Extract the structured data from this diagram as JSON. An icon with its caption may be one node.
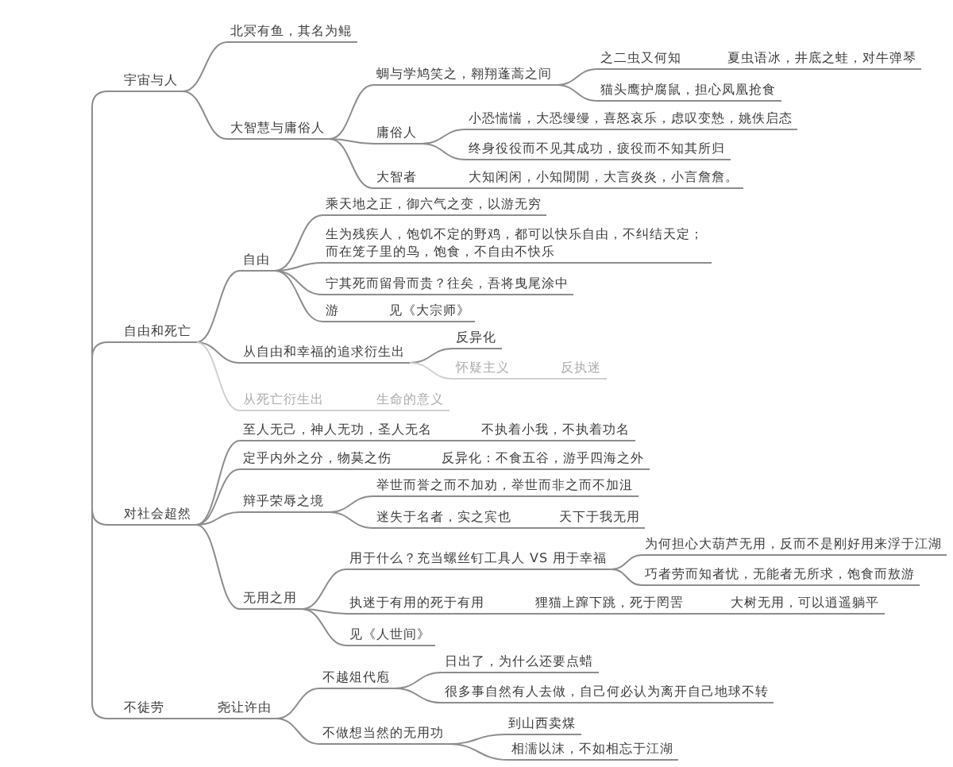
{
  "diagram": {
    "nodes": [
      {
        "text": [
          "宇宙与人"
        ]
      },
      {
        "text": [
          "北冥有鱼，其名为鲲"
        ]
      },
      {
        "text": [
          "大智慧与庸俗人"
        ]
      },
      {
        "text": [
          "蜩与学鸠笑之，翱翔蓬蒿之间"
        ]
      },
      {
        "text": [
          "之二虫又何知"
        ]
      },
      {
        "text": [
          "夏虫语冰，井底之蛙，对牛弹琴"
        ]
      },
      {
        "text": [
          "猫头鹰护腐鼠，担心凤凰抢食"
        ]
      },
      {
        "text": [
          "庸俗人"
        ]
      },
      {
        "text": [
          "小恐惴惴，大恐缦缦，喜怒哀乐，虑叹变慹，姚佚启态"
        ]
      },
      {
        "text": [
          "终身役役而不见其成功，疲役而不知其所归"
        ]
      },
      {
        "text": [
          "大智者"
        ]
      },
      {
        "text": [
          "大知闲闲，小知閒閒，大言炎炎，小言詹詹。"
        ]
      },
      {
        "text": [
          "自由和死亡"
        ]
      },
      {
        "text": [
          "自由"
        ]
      },
      {
        "text": [
          "乘天地之正，御六气之变，以游无穷"
        ]
      },
      {
        "text": [
          "生为残疾人，饱饥不定的野鸡，都可以快乐自由，不纠结天定；而在笼子里的鸟，饱食，不自由不快乐"
        ]
      },
      {
        "text": [
          "宁其死而留骨而贵？往矣，吾将曳尾涂中"
        ]
      },
      {
        "text": [
          "游"
        ]
      },
      {
        "text": [
          "见《大宗师》"
        ]
      },
      {
        "text": [
          "从自由和幸福的追求衍生出"
        ]
      },
      {
        "text": [
          "反异化"
        ]
      },
      {
        "text": [
          "怀疑主义"
        ]
      },
      {
        "text": [
          "反执迷"
        ]
      },
      {
        "text": [
          "从死亡衍生出"
        ]
      },
      {
        "text": [
          "生命的意义"
        ]
      },
      {
        "text": [
          "对社会超然"
        ]
      },
      {
        "text": [
          "至人无己，神人无功，圣人无名"
        ]
      },
      {
        "text": [
          "不执着小我，不执着功名"
        ]
      },
      {
        "text": [
          "定乎内外之分，物莫之伤"
        ]
      },
      {
        "text": [
          "反异化：不食五谷，游乎四海之外"
        ]
      },
      {
        "text": [
          "辩乎荣辱之境"
        ]
      },
      {
        "text": [
          "举世而誉之而不加劝，举世而非之而不加沮"
        ]
      },
      {
        "text": [
          "迷失于名者，实之宾也"
        ]
      },
      {
        "text": [
          "天下于我无用"
        ]
      },
      {
        "text": [
          "无用之用"
        ]
      },
      {
        "text": [
          "用于什么？充当螺丝钉工具人 VS 用于幸福"
        ]
      },
      {
        "text": [
          "为何担心大葫芦无用，反而不是刚好用来浮于江湖"
        ]
      },
      {
        "text": [
          "巧者劳而知者忧，无能者无所求，饱食而敖游"
        ]
      },
      {
        "text": [
          "执迷于有用的死于有用"
        ]
      },
      {
        "text": [
          "狸猫上蹿下跳，死于罔罟"
        ]
      },
      {
        "text": [
          "大树无用，可以逍遥躺平"
        ]
      },
      {
        "text": [
          "见《人世间》"
        ]
      },
      {
        "text": [
          "不徒劳"
        ]
      },
      {
        "text": [
          "尧让许由"
        ]
      },
      {
        "text": [
          "不越俎代庖"
        ]
      },
      {
        "text": [
          "日出了，为什么还要点蜡"
        ]
      },
      {
        "text": [
          "很多事自然有人去做，自己何必认为离开自己地球不转"
        ]
      },
      {
        "text": [
          "不做想当然的无用功"
        ]
      },
      {
        "text": [
          "到山西卖煤"
        ]
      },
      {
        "text": [
          "相濡以沫，不如相忘于江湖"
        ]
      }
    ],
    "edges": [
      {
        "from": null,
        "to": 0,
        "arrow": "none"
      },
      {
        "from": null,
        "to": 12,
        "arrow": "none"
      },
      {
        "from": null,
        "to": 25,
        "arrow": "none"
      },
      {
        "from": null,
        "to": 42,
        "arrow": "none"
      },
      {
        "from": 0,
        "to": 1,
        "arrow": "none"
      },
      {
        "from": 0,
        "to": 2,
        "arrow": "none"
      },
      {
        "from": 2,
        "to": 3,
        "arrow": "none"
      },
      {
        "from": 3,
        "to": 4,
        "arrow": "none"
      },
      {
        "from": 4,
        "to": 5,
        "arrow": "none"
      },
      {
        "from": 3,
        "to": 6,
        "arrow": "none"
      },
      {
        "from": 2,
        "to": 7,
        "arrow": "none"
      },
      {
        "from": 7,
        "to": 8,
        "arrow": "none"
      },
      {
        "from": 7,
        "to": 9,
        "arrow": "none"
      },
      {
        "from": 2,
        "to": 10,
        "arrow": "none"
      },
      {
        "from": 10,
        "to": 11,
        "arrow": "none"
      },
      {
        "from": 12,
        "to": 13,
        "arrow": "none"
      },
      {
        "from": 13,
        "to": 14,
        "arrow": "none"
      },
      {
        "from": 13,
        "to": 15,
        "arrow": "none"
      },
      {
        "from": 13,
        "to": 16,
        "arrow": "none"
      },
      {
        "from": 13,
        "to": 17,
        "arrow": "none"
      },
      {
        "from": 17,
        "to": 18,
        "arrow": "none"
      },
      {
        "from": 12,
        "to": 19,
        "arrow": "none"
      },
      {
        "from": 19,
        "to": 20,
        "arrow": "none"
      },
      {
        "from": 19,
        "to": 21,
        "arrow": "none",
        "color": "#d0d0d0"
      },
      {
        "from": 21,
        "to": 22,
        "arrow": "none",
        "color": "#d0d0d0"
      },
      {
        "from": 12,
        "to": 23,
        "arrow": "none",
        "color": "#d0d0d0"
      },
      {
        "from": 23,
        "to": 24,
        "arrow": "none",
        "color": "#d0d0d0"
      },
      {
        "from": 25,
        "to": 26,
        "arrow": "none"
      },
      {
        "from": 26,
        "to": 27,
        "arrow": "none"
      },
      {
        "from": 25,
        "to": 28,
        "arrow": "none"
      },
      {
        "from": 28,
        "to": 29,
        "arrow": "none"
      },
      {
        "from": 25,
        "to": 30,
        "arrow": "none"
      },
      {
        "from": 30,
        "to": 31,
        "arrow": "none"
      },
      {
        "from": 30,
        "to": 32,
        "arrow": "none"
      },
      {
        "from": 32,
        "to": 33,
        "arrow": "none"
      },
      {
        "from": 25,
        "to": 34,
        "arrow": "none"
      },
      {
        "from": 34,
        "to": 35,
        "arrow": "none"
      },
      {
        "from": 35,
        "to": 36,
        "arrow": "none"
      },
      {
        "from": 35,
        "to": 37,
        "arrow": "none"
      },
      {
        "from": 34,
        "to": 38,
        "arrow": "none"
      },
      {
        "from": 38,
        "to": 39,
        "arrow": "none"
      },
      {
        "from": 39,
        "to": 40,
        "arrow": "none"
      },
      {
        "from": 34,
        "to": 41,
        "arrow": "none"
      },
      {
        "from": 42,
        "to": 43,
        "arrow": "none"
      },
      {
        "from": 43,
        "to": 44,
        "arrow": "none"
      },
      {
        "from": 44,
        "to": 45,
        "arrow": "none"
      },
      {
        "from": 44,
        "to": 46,
        "arrow": "none"
      },
      {
        "from": 43,
        "to": 47,
        "arrow": "none"
      },
      {
        "from": 47,
        "to": 48,
        "arrow": "none"
      },
      {
        "from": 47,
        "to": 49,
        "arrow": "none"
      }
    ]
  }
}
